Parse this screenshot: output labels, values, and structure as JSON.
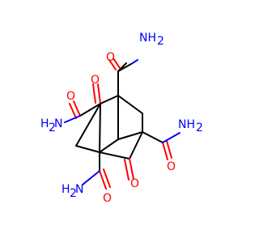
{
  "molecule": {
    "atom_symbols": {
      "oxygen": "O",
      "nitrogen_amine": "NH",
      "h2": "H",
      "h2_subscript": "2",
      "nitrogen_prefix": "H",
      "nitrogen_suffix_n": "N"
    },
    "colors": {
      "bond": "#000000",
      "oxygen": "#ff0000",
      "nitrogen": "#0000ff",
      "background": "#ffffff"
    },
    "labels": {
      "o_top_carboxamide": "O",
      "o_ketone_left": "O",
      "o_ketone_right": "O",
      "o_right_carboxamide": "O",
      "o_bottom_carboxamide": "O",
      "o_left_carboxamide": "O",
      "nh2_top": "NH2",
      "nh2_right": "NH2",
      "h2n_left": "H2N",
      "h2n_bottom": "H2N"
    }
  }
}
